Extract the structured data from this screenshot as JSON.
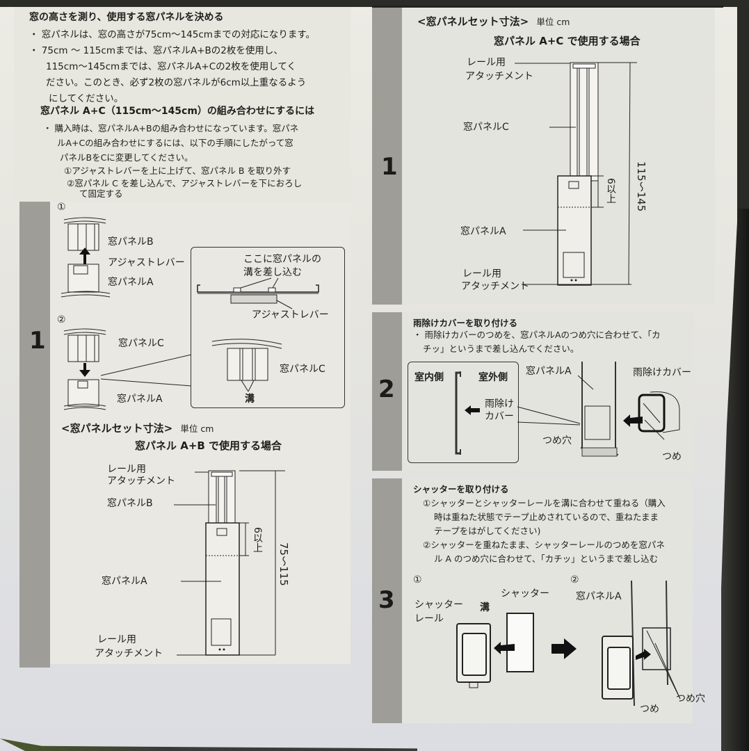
{
  "left_page": {
    "side_number": "1",
    "heading": "窓の高さを測り、使用する窓パネルを決める",
    "bullets": [
      "窓パネルは、窓の高さが75cm～145cmまでの対応になります。",
      "75cm ～ 115cmまでは、窓パネルA+Bの2枚を使用し、",
      "115cm～145cmまでは、窓パネルA+Cの2枚を使用してく",
      "ださい。このとき、必ず2枚の窓パネルが6cm以上重なるよう",
      "にしてください。"
    ],
    "subheading": "窓パネル A+C（115cm～145cm）の組み合わせにするには",
    "sub_bullets": [
      "購入時は、窓パネルA+Bの組み合わせになっています。窓パネ",
      "ルA+Cの組み合わせにするには、以下の手順にしたがって窓",
      "パネルBをCに変更してください。"
    ],
    "steps": [
      "①アジャストレバーを上に上げて、窓パネル B を取り外す",
      "②窓パネル C を差し込んで、アジャストレバーを下におろし",
      "て固定する"
    ],
    "figure1": {
      "num1": "①",
      "num2": "②",
      "panel_b": "窓パネルB",
      "adjust_lever": "アジャストレバー",
      "panel_a_1": "窓パネルA",
      "panel_c": "窓パネルC",
      "panel_a_2": "窓パネルA",
      "inset_text_1": "ここに窓パネルの",
      "inset_text_2": "溝を差し込む",
      "inset_lever": "アジャストレバー",
      "inset_panel_c": "窓パネルC",
      "groove": "溝"
    },
    "dimension": {
      "title": "<窓パネルセット寸法>",
      "unit": "単位 cm",
      "subtitle": "窓パネル A+B で使用する場合",
      "rail_top_1": "レール用",
      "rail_top_2": "アタッチメント",
      "panel_b": "窓パネルB",
      "panel_a": "窓パネルA",
      "rail_bottom_1": "レール用",
      "rail_bottom_2": "アタッチメント",
      "overlap": "6以上",
      "range": "75〜115"
    }
  },
  "right_page": {
    "section1": {
      "side_number": "1",
      "title": "<窓パネルセット寸法>",
      "unit": "単位 cm",
      "subtitle": "窓パネル A+C で使用する場合",
      "rail_top_1": "レール用",
      "rail_top_2": "アタッチメント",
      "panel_c": "窓パネルC",
      "panel_a": "窓パネルA",
      "rail_bottom_1": "レール用",
      "rail_bottom_2": "アタッチメント",
      "overlap": "6以上",
      "range": "115〜145"
    },
    "section2": {
      "side_number": "2",
      "heading": "雨除けカバーを取り付ける",
      "bullet_1": "・ 雨除けカバーのつめを、窓パネルAのつめ穴に合わせて、「カ",
      "bullet_2": "チッ」というまで差し込んでください。",
      "indoor": "室内側",
      "outdoor": "室外側",
      "rain_cover_1": "雨除け",
      "rain_cover_2": "カバー",
      "panel_a": "窓パネルA",
      "rain_cover_label": "雨除けカバー",
      "claw_hole": "つめ穴",
      "claw": "つめ"
    },
    "section3": {
      "side_number": "3",
      "heading": "シャッターを取り付ける",
      "steps": [
        "①シャッターとシャッターレールを溝に合わせて重ねる（購入",
        "時は重ねた状態でテープ止めされているので、重ねたまま",
        "テープをはがしてください)",
        "②シャッターを重ねたまま、シャッターレールのつめを窓パネ",
        "ル A のつめ穴に合わせて、「カチッ」というまで差し込む"
      ],
      "num1": "①",
      "num2": "②",
      "shutter_rail_1": "シャッター",
      "shutter_rail_2": "レール",
      "groove": "溝",
      "shutter": "シャッター",
      "panel_a": "窓パネルA",
      "claw": "つめ",
      "claw_hole": "つめ穴"
    }
  }
}
